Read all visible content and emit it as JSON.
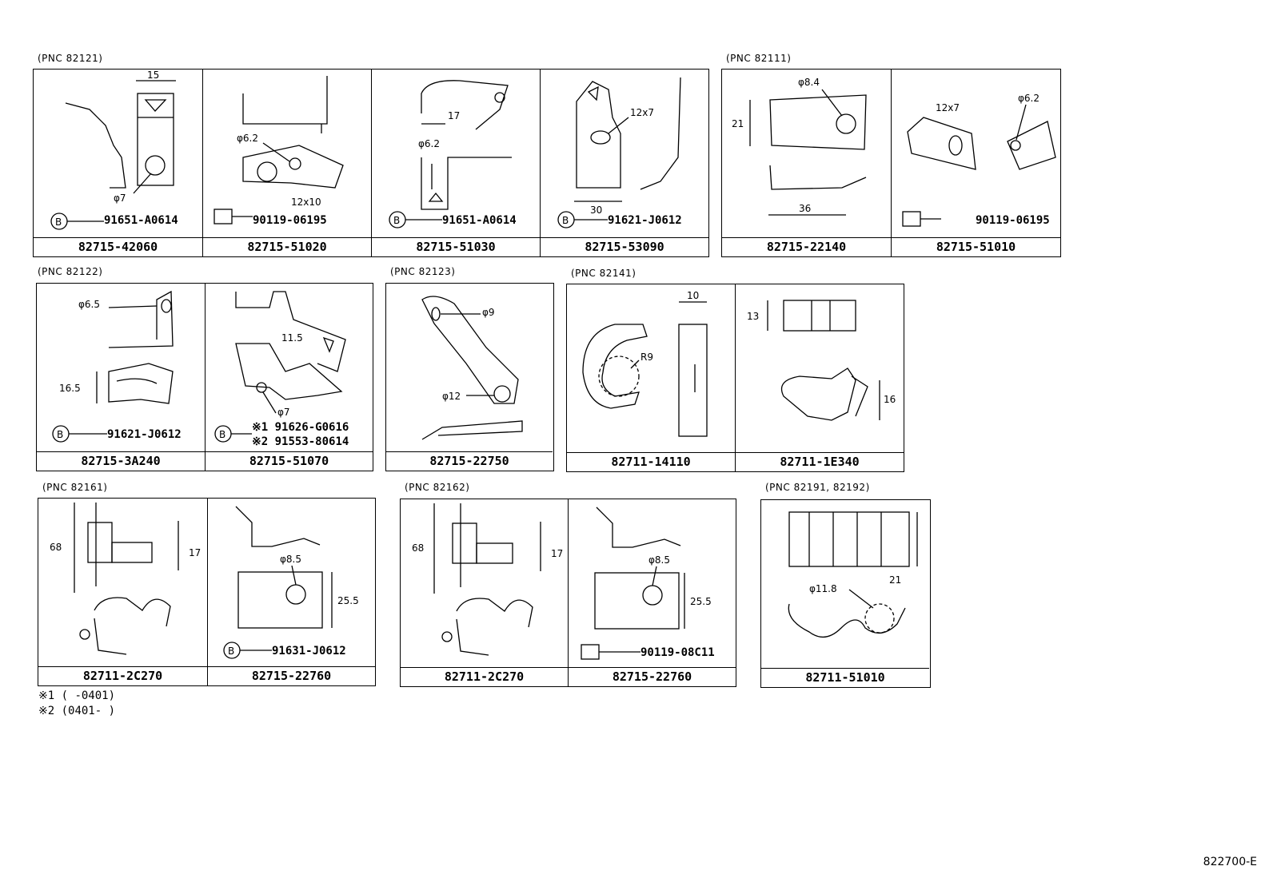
{
  "groups": [
    {
      "pnc": "(PNC 82121)",
      "cells": [
        {
          "part": "82715-42060",
          "sub": "91651-A0614",
          "dims": [
            "15",
            "φ7"
          ]
        },
        {
          "part": "82715-51020",
          "sub": "90119-06195",
          "dims": [
            "φ6.2",
            "12x10"
          ]
        },
        {
          "part": "82715-51030",
          "sub": "91651-A0614",
          "dims": [
            "17",
            "φ6.2"
          ]
        },
        {
          "part": "82715-53090",
          "sub": "91621-J0612",
          "dims": [
            "12x7",
            "30"
          ]
        }
      ]
    },
    {
      "pnc": "(PNC 82111)",
      "cells": [
        {
          "part": "82715-22140",
          "sub": "",
          "dims": [
            "φ8.4",
            "21",
            "36"
          ]
        },
        {
          "part": "82715-51010",
          "sub": "90119-06195",
          "dims": [
            "12x7",
            "φ6.2"
          ]
        }
      ]
    },
    {
      "pnc": "(PNC 82122)",
      "cells": [
        {
          "part": "82715-3A240",
          "sub": "91621-J0612",
          "dims": [
            "φ6.5",
            "16.5"
          ]
        },
        {
          "part": "82715-51070",
          "sub1": "※1 91626-G0616",
          "sub2": "※2 91553-80614",
          "dims": [
            "11.5",
            "φ7"
          ]
        }
      ]
    },
    {
      "pnc": "(PNC 82123)",
      "cells": [
        {
          "part": "82715-22750",
          "dims": [
            "φ9",
            "φ12"
          ]
        }
      ]
    },
    {
      "pnc": "(PNC 82141)",
      "cells": [
        {
          "part": "82711-14110",
          "dims": [
            "10",
            "R9"
          ]
        },
        {
          "part": "82711-1E340",
          "dims": [
            "13",
            "16"
          ]
        }
      ]
    },
    {
      "pnc": "(PNC 82161)",
      "cells": [
        {
          "part": "82711-2C270",
          "dims": [
            "68",
            "17"
          ]
        },
        {
          "part": "82715-22760",
          "sub": "91631-J0612",
          "dims": [
            "φ8.5",
            "25.5"
          ]
        }
      ]
    },
    {
      "pnc": "(PNC 82162)",
      "cells": [
        {
          "part": "82711-2C270",
          "dims": [
            "68",
            "17"
          ]
        },
        {
          "part": "82715-22760",
          "sub": "90119-08C11",
          "dims": [
            "φ8.5",
            "25.5"
          ]
        }
      ]
    },
    {
      "pnc": "(PNC 82191, 82192)",
      "cells": [
        {
          "part": "82711-51010",
          "dims": [
            "φ11.8",
            "21"
          ]
        }
      ]
    }
  ],
  "notes": [
    "※1 (      -0401)",
    "※2 (0401-      )"
  ],
  "figure_code": "822700-E",
  "b_marker": "B"
}
